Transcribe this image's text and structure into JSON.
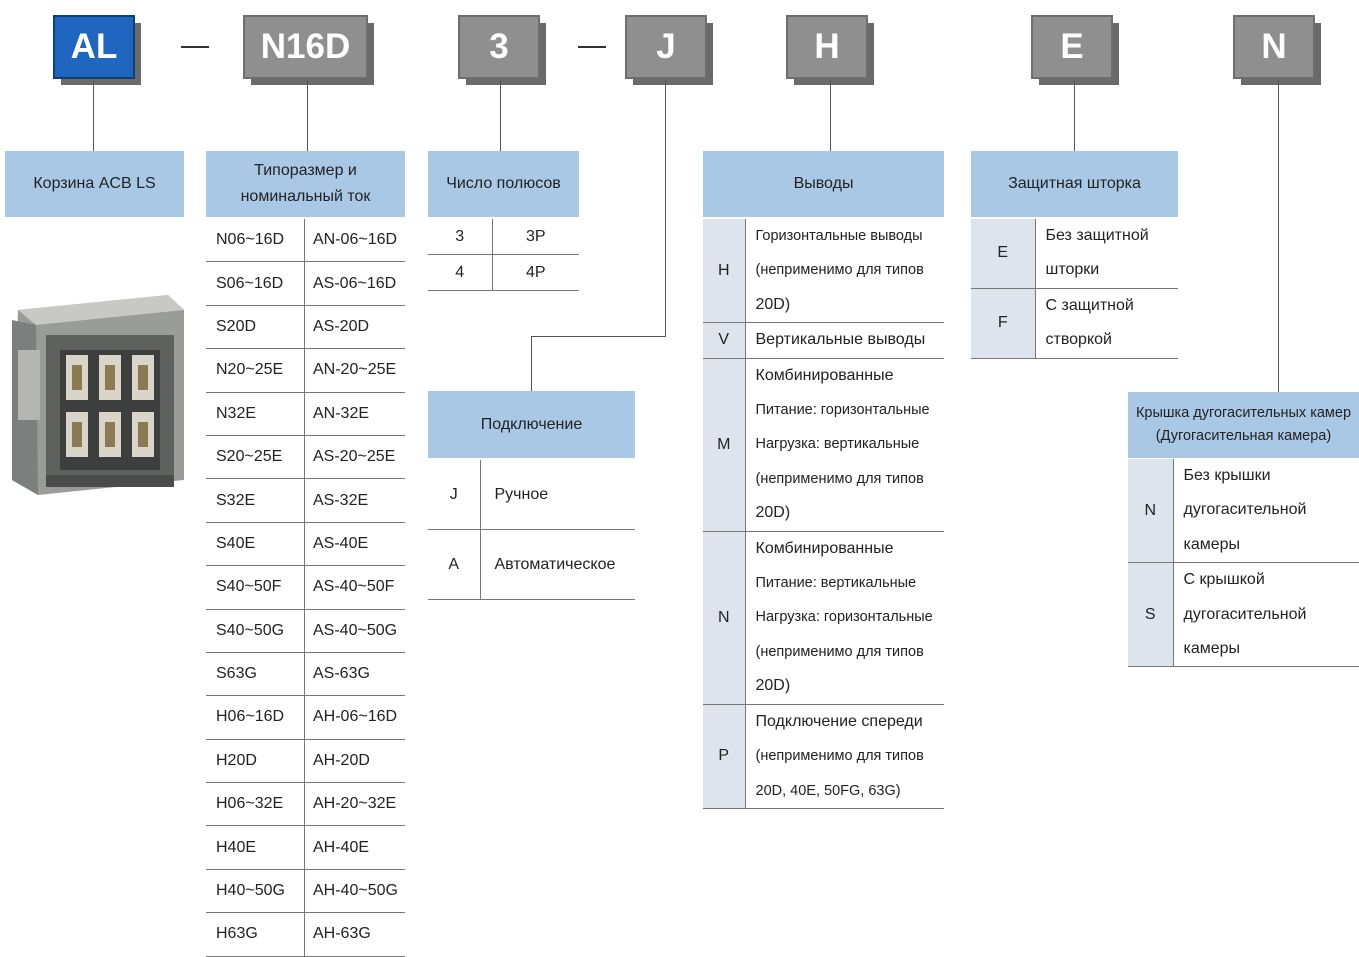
{
  "codes": {
    "al": "AL",
    "n16d": "N16D",
    "three": "3",
    "j": "J",
    "h": "H",
    "e": "E",
    "n": "N"
  },
  "basket": {
    "label": "Корзина ACB LS"
  },
  "size": {
    "header": "Типоразмер и номинальный ток",
    "rows": [
      [
        "N06~16D",
        "AN-06~16D"
      ],
      [
        "S06~16D",
        "AS-06~16D"
      ],
      [
        "S20D",
        "AS-20D"
      ],
      [
        "N20~25E",
        "AN-20~25E"
      ],
      [
        "N32E",
        "AN-32E"
      ],
      [
        "S20~25E",
        "AS-20~25E"
      ],
      [
        "S32E",
        "AS-32E"
      ],
      [
        "S40E",
        "AS-40E"
      ],
      [
        "S40~50F",
        "AS-40~50F"
      ],
      [
        "S40~50G",
        "AS-40~50G"
      ],
      [
        "S63G",
        "AS-63G"
      ],
      [
        "H06~16D",
        "AH-06~16D"
      ],
      [
        "H20D",
        "AH-20D"
      ],
      [
        "H06~32E",
        "AH-20~32E"
      ],
      [
        "H40E",
        "AH-40E"
      ],
      [
        "H40~50G",
        "AH-40~50G"
      ],
      [
        "H63G",
        "AH-63G"
      ]
    ]
  },
  "poles": {
    "header": "Число полюсов",
    "rows": [
      [
        "3",
        "3P"
      ],
      [
        "4",
        "4P"
      ]
    ]
  },
  "connection": {
    "header": "Подключение",
    "rows": [
      [
        "J",
        "Ручное"
      ],
      [
        "A",
        "Автоматическое"
      ]
    ]
  },
  "terminals": {
    "header": "Выводы",
    "rows": [
      {
        "key": "H",
        "lines": [
          "Горизонтальные выводы",
          "(неприменимо для типов",
          "20D)"
        ]
      },
      {
        "key": "V",
        "lines": [
          "Вертикальные выводы"
        ]
      },
      {
        "key": "M",
        "lines": [
          "Комбинированные",
          "Питание: горизонтальные",
          "Нагрузка: вертикальные",
          "(неприменимо для типов",
          "20D)"
        ]
      },
      {
        "key": "N",
        "lines": [
          "Комбинированные",
          "Питание: вертикальные",
          "Нагрузка: горизонтальные",
          "(неприменимо для типов",
          "20D)"
        ]
      },
      {
        "key": "P",
        "lines": [
          "Подключение спереди",
          "(неприменимо для типов",
          "20D, 40E, 50FG, 63G)"
        ]
      }
    ]
  },
  "shutter": {
    "header": "Защитная шторка",
    "rows": [
      {
        "key": "E",
        "lines": [
          "Без защитной",
          "шторки"
        ]
      },
      {
        "key": "F",
        "lines": [
          "С защитной",
          "створкой"
        ]
      }
    ]
  },
  "arc_cover": {
    "header_line1": "Крышка дугогасительных камер",
    "header_line2": "(Дугогасительная камера)",
    "rows": [
      {
        "key": "N",
        "lines": [
          "Без крышки",
          "дугогасительной",
          "камеры"
        ]
      },
      {
        "key": "S",
        "lines": [
          "С крышкой",
          "дугогасительной",
          "камеры"
        ]
      }
    ]
  },
  "colors": {
    "blue_box": "#1f66c0",
    "gray_box": "#8f8f8f",
    "header_fill": "#a9c8e6",
    "key_fill": "#dde4ee"
  }
}
